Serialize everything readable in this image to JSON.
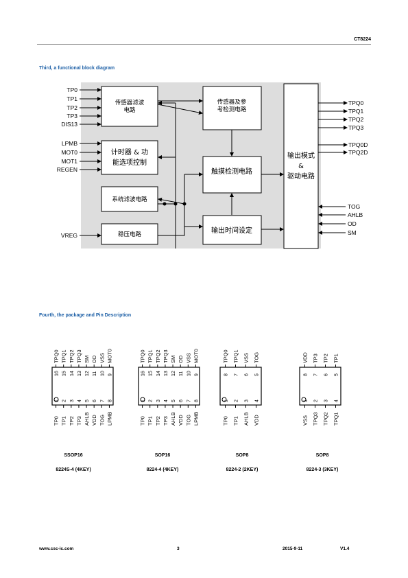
{
  "header": {
    "title": "CT8224"
  },
  "sections": {
    "block_diagram_title": "Third, a functional block diagram",
    "package_title": "Fourth, the package and Pin Description"
  },
  "diagram": {
    "inputs_left": [
      "TP0",
      "TP1",
      "TP2",
      "TP3",
      "DIS13",
      "LPMB",
      "MOT0",
      "MOT1",
      "REGEN",
      "VREG"
    ],
    "blocks": {
      "sensor_filter": "传感器滤波电路",
      "timer_func": "计时器 & 功能选项控制",
      "sys_filter": "系统滤波电路",
      "regulator": "稳压电路",
      "ref_detect": "传感器及参考检测电路",
      "touch_detect": "触摸检测电路",
      "output_time": "输出时间设定",
      "output_mode": "输出模式 & 驱动电路"
    },
    "outputs_right": [
      "TPQ0",
      "TPQ1",
      "TPQ2",
      "TPQ3",
      "TPQ0D",
      "TPQ2D"
    ],
    "inputs_right": [
      "TOG",
      "AHLB",
      "OD",
      "SM"
    ]
  },
  "packages": [
    {
      "type": "SSOP16",
      "part": "8224S-4 (4KEY)",
      "top_pins": [
        "TPQ0",
        "TPQ1",
        "TPQ2",
        "TPQ3",
        "SM",
        "OD",
        "VSS",
        "MOT0"
      ],
      "top_nums": [
        "16",
        "15",
        "14",
        "13",
        "12",
        "11",
        "10",
        "9"
      ],
      "bottom_pins": [
        "TP0",
        "TP1",
        "TP2",
        "TP3",
        "AHLB",
        "VDD",
        "TOG",
        "LPMB"
      ],
      "bottom_nums": [
        "1",
        "2",
        "3",
        "4",
        "5",
        "6",
        "7",
        "8"
      ]
    },
    {
      "type": "SOP16",
      "part": "8224-4 (4KEY)",
      "top_pins": [
        "TPQ0",
        "TPQ1",
        "TPQ2",
        "TPQ3",
        "SM",
        "OD",
        "VSS",
        "MOT0"
      ],
      "top_nums": [
        "16",
        "15",
        "14",
        "13",
        "12",
        "11",
        "10",
        "9"
      ],
      "bottom_pins": [
        "TP0",
        "TP1",
        "TP2",
        "TP3",
        "AHLB",
        "VDD",
        "TOG",
        "LPMB"
      ],
      "bottom_nums": [
        "1",
        "2",
        "3",
        "4",
        "5",
        "6",
        "7",
        "8"
      ]
    },
    {
      "type": "SOP8",
      "part": "8224-2 (2KEY)",
      "top_pins": [
        "TPQ0",
        "TPQ1",
        "VSS",
        "TOG"
      ],
      "top_nums": [
        "8",
        "7",
        "6",
        "5"
      ],
      "bottom_pins": [
        "TP0",
        "TP1",
        "AHLB",
        "VDD"
      ],
      "bottom_nums": [
        "1",
        "2",
        "3",
        "4"
      ]
    },
    {
      "type": "SOP8",
      "part": "8224-3 (3KEY)",
      "top_pins": [
        "VDD",
        "TP3",
        "TP2",
        "TP1"
      ],
      "top_nums": [
        "8",
        "7",
        "6",
        "5"
      ],
      "bottom_pins": [
        "VSS",
        "TPQ3",
        "TPQ2",
        "TPQ1"
      ],
      "bottom_nums": [
        "1",
        "2",
        "3",
        "4"
      ]
    }
  ],
  "footer": {
    "website": "www.csc-ic.com",
    "page": "3",
    "date": "2015-9-11",
    "version": "V1.4"
  }
}
